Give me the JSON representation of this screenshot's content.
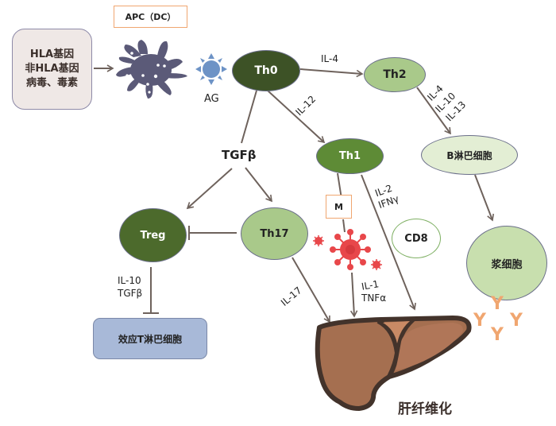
{
  "inputs_box": {
    "lines": [
      "HLA基因",
      "非HLA基因",
      "病毒、毒素"
    ]
  },
  "apc_label": "APC（DC）",
  "ag_label": "AG",
  "nodes": {
    "th0": "Th0",
    "th1": "Th1",
    "th2": "Th2",
    "th17": "Th17",
    "treg": "Treg",
    "b_cell": "B淋巴细胞",
    "plasma_cell": "浆细胞",
    "cd8": "CD8",
    "macrophage": "M",
    "effector_t": "效应T淋巴细胞",
    "liver_fibrosis": "肝纤维化"
  },
  "edge_labels": {
    "th0_th2": "IL-4",
    "th0_th1": "IL-12",
    "tgfb": "TGFβ",
    "th2_b": [
      "IL-4",
      "IL-10",
      "IL-13"
    ],
    "th1_liver": [
      "IL-2",
      "IFNγ"
    ],
    "treg_effector": [
      "IL-10",
      "TGFβ"
    ],
    "th17_liver": "IL-17",
    "m_liver": [
      "IL-1",
      "TNFα"
    ]
  },
  "antibody_glyph": "Y",
  "colors": {
    "dark_green": "#3d5226",
    "mid_green": "#5e8b36",
    "light_green": "#a9c98a",
    "pale_green": "#e3eed4",
    "lavender_box": "#a8b9d8",
    "input_box": "#efe8e6",
    "apc_purple": "#5b5a78",
    "ag_blue": "#6d93c6",
    "virus_red": "#e8474a",
    "liver_brown": "#a56f50",
    "liver_outline": "#43332b",
    "antibody_orange": "#f0a670",
    "arrow": "#6e625c",
    "orange_border": "#f0a670"
  }
}
